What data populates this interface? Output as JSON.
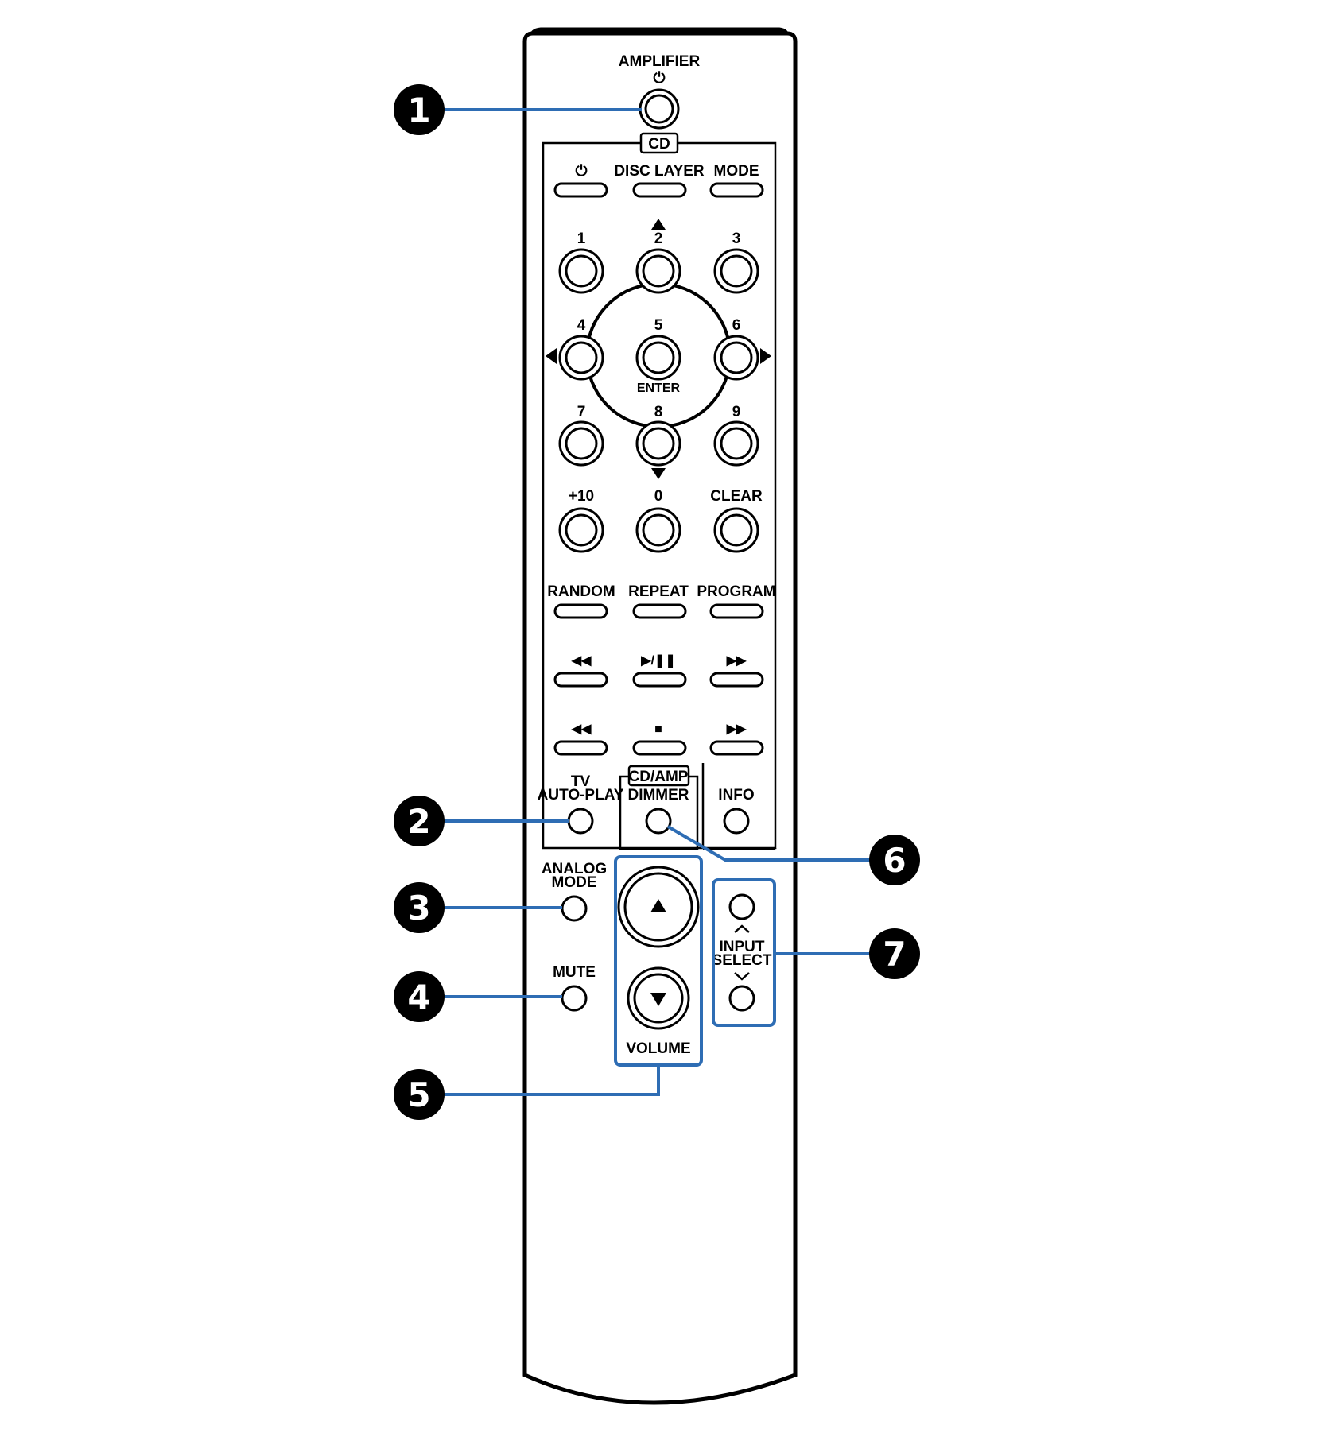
{
  "remote": {
    "amplifier_label": "AMPLIFIER",
    "power_symbol": "⏻",
    "cd_tab": "CD",
    "cd_section": {
      "power_symbol": "⏻",
      "disc_layer": "DISC LAYER",
      "mode": "MODE",
      "numbers": {
        "n1": "1",
        "n2": "2",
        "n3": "3",
        "n4": "4",
        "n5": "5",
        "n6": "6",
        "n7": "7",
        "n8": "8",
        "n9": "9",
        "plus10": "+10",
        "n0": "0",
        "clear": "CLEAR"
      },
      "enter": "ENTER",
      "random": "RANDOM",
      "repeat": "REPEAT",
      "program": "PROGRAM",
      "skip_back": "◀◀",
      "play_pause": "▶/❚❚",
      "skip_forward": "▶▶",
      "rewind": "◀◀",
      "stop": "■",
      "fast_forward": "▶▶"
    },
    "tv_label": "TV",
    "auto_play": "AUTO-PLAY",
    "cd_amp_tab": "CD/AMP",
    "dimmer": "DIMMER",
    "info": "INFO",
    "analog": "ANALOG",
    "analog_mode": "MODE",
    "mute": "MUTE",
    "volume": "VOLUME",
    "input": "INPUT",
    "select": "SELECT"
  },
  "callouts": {
    "c1": "1",
    "c2": "2",
    "c3": "3",
    "c4": "4",
    "c5": "5",
    "c6": "6",
    "c7": "7"
  },
  "colors": {
    "callout_line": "#2e6db4",
    "outline": "#000000",
    "callout_fill": "#000000"
  }
}
